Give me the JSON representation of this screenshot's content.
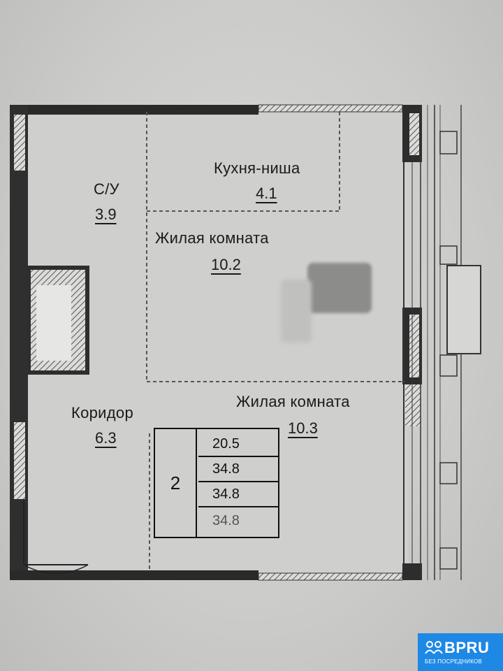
{
  "rooms": {
    "bathroom": {
      "label": "С/У",
      "area": "3.9"
    },
    "kitchen": {
      "label": "Кухня-ниша",
      "area": "4.1"
    },
    "living1": {
      "label": "Жилая комната",
      "area": "10.2"
    },
    "living2": {
      "label": "Жилая комната",
      "area": "10.3"
    },
    "corridor": {
      "label": "Коридор",
      "area": "6.3"
    }
  },
  "stats": {
    "rooms_count": "2",
    "values": [
      "20.5",
      "34.8",
      "34.8",
      "34.8"
    ]
  },
  "watermark": {
    "brand": "BPRU",
    "tagline": "БЕЗ ПОСРЕДНИКОВ",
    "color": "#1e88e5"
  }
}
